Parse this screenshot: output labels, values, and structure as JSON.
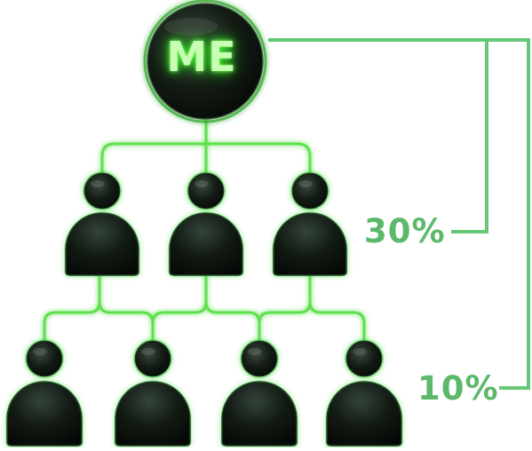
{
  "diagram": {
    "root_label": "ME",
    "levels": [
      {
        "label": "30%",
        "members": 3
      },
      {
        "label": "10%",
        "members": 4
      }
    ]
  },
  "colors": {
    "glow_green": "#3fe03a",
    "label_green": "#5cb86a",
    "bracket_green": "#66c777",
    "body_dark": "#111a12"
  }
}
